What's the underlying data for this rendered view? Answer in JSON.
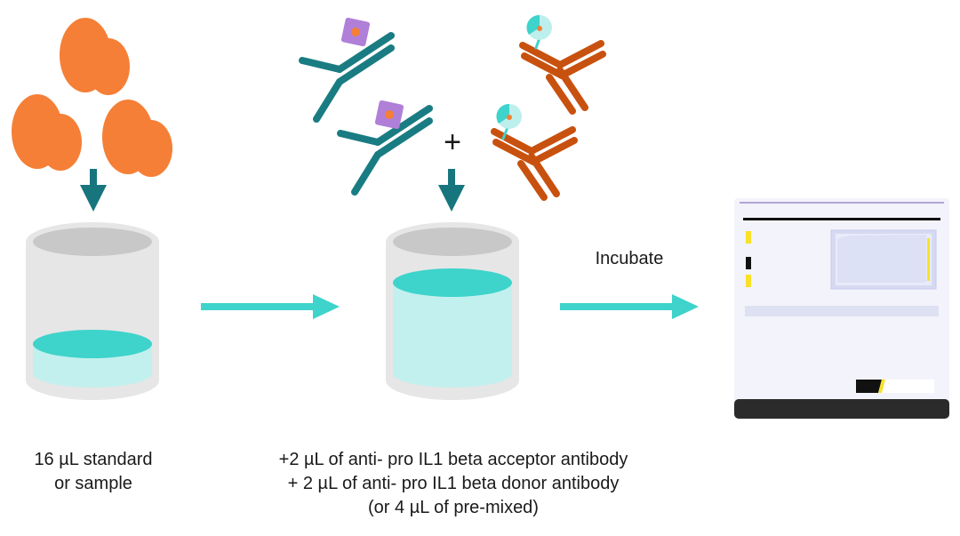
{
  "colors": {
    "antigen": "#F57F36",
    "arrow_down": "#17757E",
    "arrow_right": "#3ED3CB",
    "liquid_top": "#3ED3CB",
    "liquid_body": "#C2F0EE",
    "tube_wall": "#E6E6E6",
    "tube_rim": "#C8C8C8",
    "acceptor_antibody": "#1A7C83",
    "acceptor_tag": "#B07FD8",
    "acceptor_tag_dot": "#F57F36",
    "donor_antibody": "#C8510F",
    "donor_tag": "#3ED3CB",
    "donor_tag_light": "#BDEFEC",
    "reader_screen": "#F3F3FB",
    "reader_base": "#2B2B2B",
    "reader_accent_yellow": "#F8E128",
    "reader_curve_fill": "#DDE1F6"
  },
  "icons": [
    "antigen-cluster-icon",
    "acceptor-antibody-icon",
    "donor-antibody-icon",
    "tube-icon",
    "plate-reader-icon",
    "arrow-down-icon",
    "arrow-right-icon"
  ],
  "steps": {
    "step1": {
      "caption_line1": "16 µL standard",
      "caption_line2": "or sample"
    },
    "step2": {
      "plus": "+",
      "caption_line1": "+2 µL of anti- pro IL1 beta acceptor antibody",
      "caption_line2": "+ 2 µL of anti- pro IL1 beta donor antibody",
      "caption_line3": "(or 4 µL of pre-mixed)"
    },
    "step3": {
      "label": "Incubate"
    }
  }
}
